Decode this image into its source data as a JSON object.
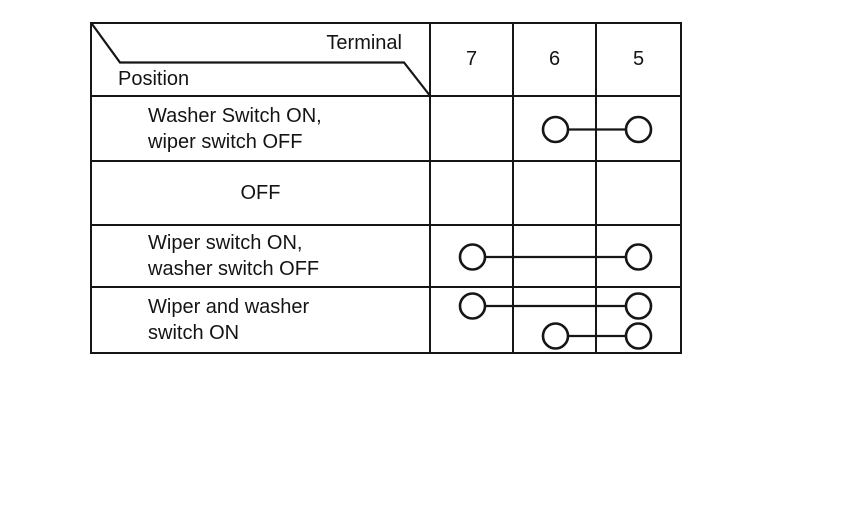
{
  "table": {
    "title_semantic": "wiper-washer-switch-continuity-table",
    "corner": {
      "top_label": "Terminal",
      "bottom_label": "Position"
    },
    "terminals": [
      "7",
      "6",
      "5"
    ],
    "rows": [
      {
        "label": "Washer Switch ON,\nwiper switch OFF",
        "connections": [
          [
            "6",
            "5"
          ]
        ]
      },
      {
        "label": "OFF",
        "connections": []
      },
      {
        "label": "Wiper switch ON,\nwasher switch OFF",
        "connections": [
          [
            "7",
            "5"
          ]
        ]
      },
      {
        "label": "Wiper and washer\nswitch ON",
        "connections": [
          [
            "7",
            "5"
          ],
          [
            "6",
            "5"
          ]
        ]
      }
    ],
    "colors": {
      "line": "#161616",
      "background": "#ffffff"
    }
  }
}
